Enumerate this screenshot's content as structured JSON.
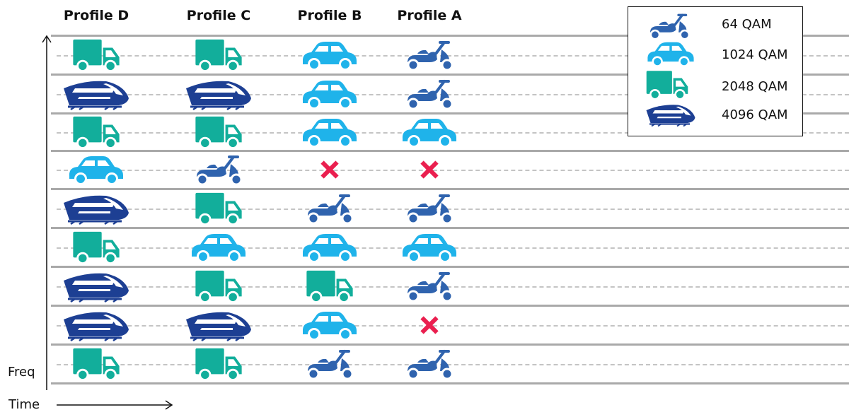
{
  "headers": [
    "Profile D",
    "Profile C",
    "Profile B",
    "Profile A"
  ],
  "axes": {
    "y_label": "Freq",
    "x_label": "Time"
  },
  "legend": [
    {
      "icon": "scooter",
      "label": "64 QAM"
    },
    {
      "icon": "car",
      "label": "1024 QAM"
    },
    {
      "icon": "truck",
      "label": "2048 QAM"
    },
    {
      "icon": "train",
      "label": "4096 QAM"
    }
  ],
  "grid": [
    [
      "truck",
      "truck",
      "car",
      "scooter"
    ],
    [
      "train",
      "train",
      "car",
      "scooter"
    ],
    [
      "truck",
      "truck",
      "car",
      "car"
    ],
    [
      "car",
      "scooter",
      "cross",
      "cross"
    ],
    [
      "train",
      "truck",
      "scooter",
      "scooter"
    ],
    [
      "truck",
      "car",
      "car",
      "car"
    ],
    [
      "train",
      "truck",
      "truck",
      "scooter"
    ],
    [
      "train",
      "train",
      "car",
      "cross"
    ],
    [
      "truck",
      "truck",
      "scooter",
      "scooter"
    ]
  ],
  "colors": {
    "scooter": "#2f63ae",
    "car": "#1fb3ea",
    "truck": "#12ae9b",
    "train": "#1d3f93",
    "cross": "#ea1f4f",
    "lane_line": "#a9a9a9",
    "dash_line": "#c4c4c4"
  }
}
